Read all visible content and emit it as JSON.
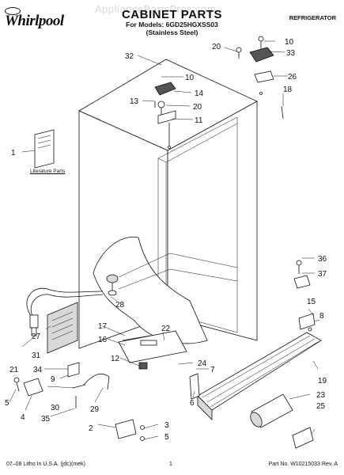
{
  "header": {
    "brand": "Whirlpool",
    "watermark": "AppliancePartsPros.com",
    "title": "CABINET PARTS",
    "models": "For Models: 6GD25HGXSS03",
    "finish": "(Stainless Steel)",
    "category": "REFRIGERATOR"
  },
  "callouts": [
    "1",
    "2",
    "3",
    "4",
    "5",
    "5",
    "6",
    "7",
    "8",
    "9",
    "10",
    "10",
    "11",
    "12",
    "13",
    "14",
    "15",
    "16",
    "17",
    "18",
    "19",
    "20",
    "20",
    "21",
    "22",
    "23",
    "24",
    "25",
    "26",
    "27",
    "28",
    "29",
    "30",
    "31",
    "32",
    "33",
    "34",
    "35",
    "36",
    "37"
  ],
  "literature_label": "Literature Parts",
  "footer": {
    "left": "07–08 Litho In U.S.A. (jdc)(mek)",
    "page": "1",
    "right": "Part No. W10215033 Rev. A"
  }
}
